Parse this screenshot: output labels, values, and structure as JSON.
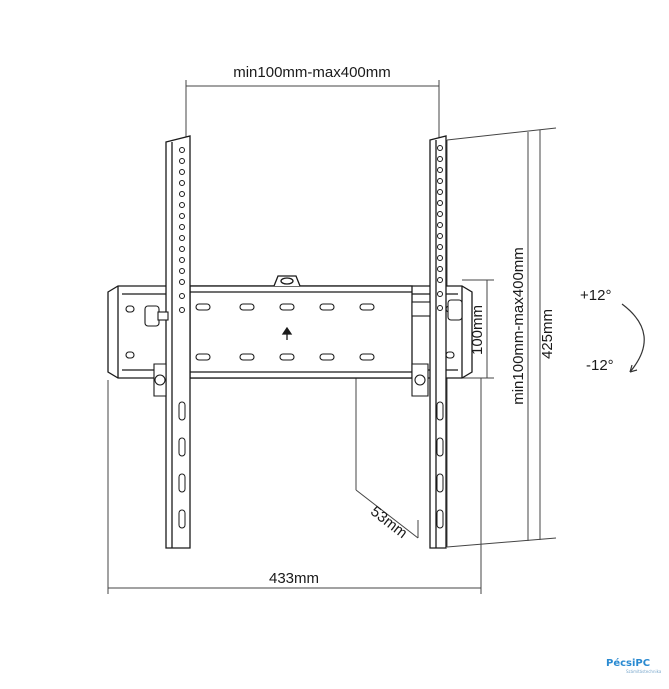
{
  "labels": {
    "top_width": "min100mm-max400mm",
    "right_vertical": "min100mm-max400mm",
    "plate_height": "100mm",
    "total_height": "425mm",
    "depth": "53mm",
    "total_width": "433mm",
    "tilt_up": "+12°",
    "tilt_down": "-12°"
  },
  "logo": {
    "text": "PécsiPC",
    "subtitle": "Számítástechnika"
  },
  "colors": {
    "line": "#1a1a1a",
    "dim_line": "#555555",
    "logo": "#2a8ad1"
  }
}
